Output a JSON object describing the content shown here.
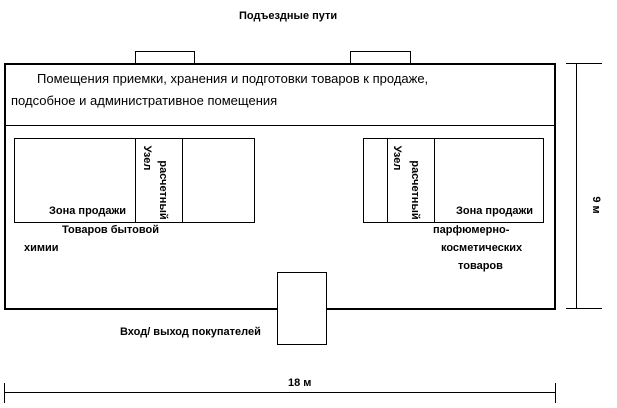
{
  "access_roads": "Подъездные пути",
  "back_rooms": {
    "line1": "Помещения приемки, хранения и подготовки товаров к продаже,",
    "line2": "подсобное и административное помещения"
  },
  "left_zone": {
    "aisle_label_1": "Узел",
    "aisle_label_2": "расчетный",
    "zone_line1": "Зона продажи",
    "zone_line2": "Товаров бытовой",
    "zone_line3": "химии"
  },
  "right_zone": {
    "aisle_label_1": "Узел",
    "aisle_label_2": "расчетный",
    "zone_line1": "Зона продажи",
    "zone_line2": "парфюмерно-",
    "zone_line3": "косметических",
    "zone_line4": "товаров"
  },
  "entrance": "Вход/ выход покупателей",
  "width_dimension": "18 м",
  "height_dimension": "9 м"
}
